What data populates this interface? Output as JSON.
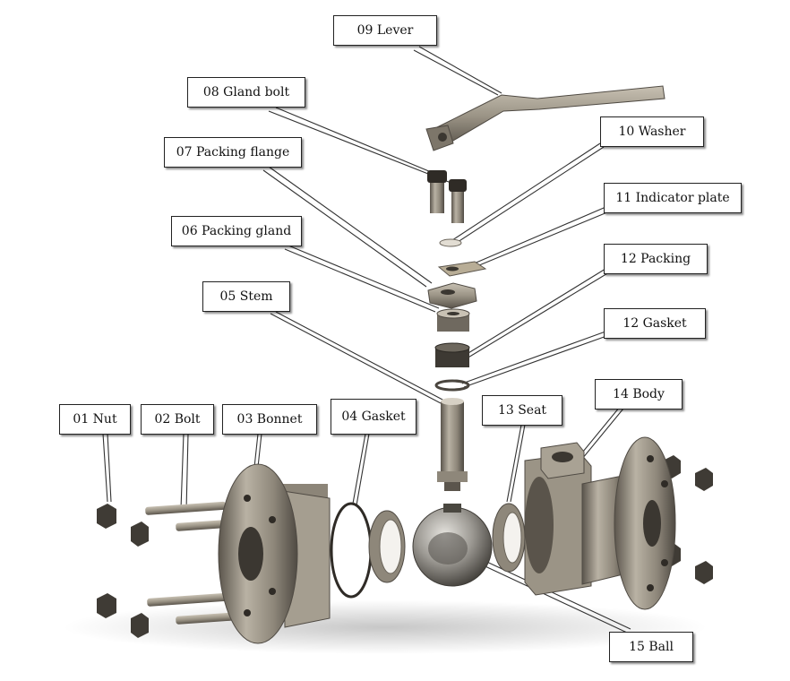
{
  "labels": {
    "lever": "09 Lever",
    "gland_bolt": "08 Gland bolt",
    "packing_flange": "07 Packing flange",
    "packing_gland": "06 Packing gland",
    "stem": "05 Stem",
    "washer": "10 Washer",
    "indicator_plate": "11 Indicator plate",
    "packing": "12 Packing",
    "gasket_upper": "12 Gasket",
    "nut": "01 Nut",
    "bolt": "02 Bolt",
    "bonnet": "03 Bonnet",
    "gasket_lower": "04 Gasket",
    "seat": "13 Seat",
    "body": "14 Body",
    "ball": "15 Ball"
  },
  "colors": {
    "metal_light": "#b9b2a4",
    "metal_mid": "#8e877a",
    "metal_dark": "#4f4a43",
    "label_border": "#222222",
    "leader_line": "#333333"
  }
}
